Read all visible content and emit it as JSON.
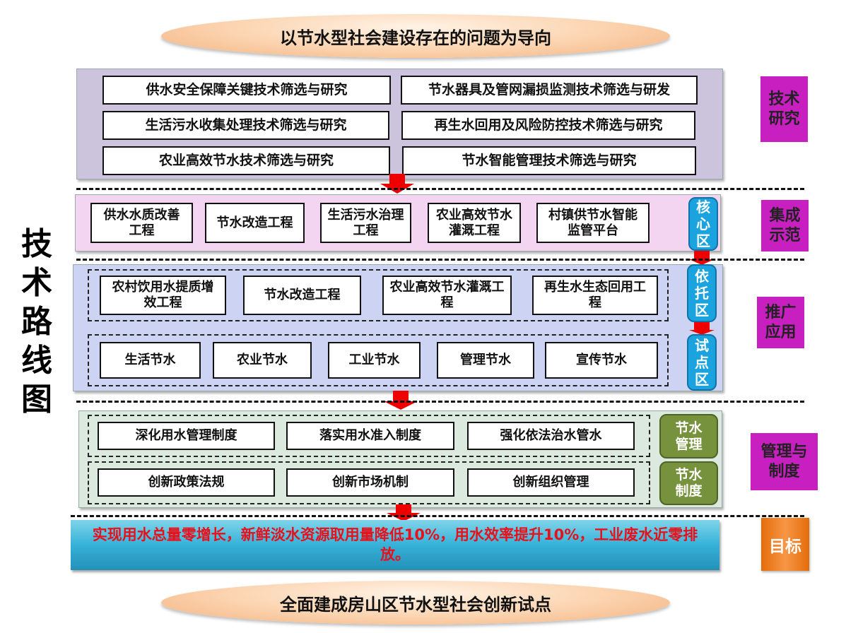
{
  "top_banner": "以节水型社会建设存在的问题为导向",
  "bottom_banner": "全面建成房山区节水型社会创新试点",
  "side_title": [
    "技",
    "术",
    "路",
    "线",
    "图"
  ],
  "tech_research": {
    "items": [
      "供水安全保障关键技术筛选与研究",
      "节水器具及管网漏损监测技术筛选与研发",
      "生活污水收集处理技术筛选与研究",
      "再生水回用及风险防控技术筛选与研究",
      "农业高效节水技术筛选与研究",
      "节水智能管理技术筛选与研究"
    ],
    "tag": "技术研究"
  },
  "integration_demo": {
    "items": [
      "供水水质改善工程",
      "节水改造工程",
      "生活污水治理工程",
      "农业高效节水灌溉工程",
      "村镇供节水智能监管平台"
    ],
    "zone": "核心区",
    "tag": "集成示范"
  },
  "promotion": {
    "row1": [
      "农村饮用水提质增效工程",
      "节水改造工程",
      "农业高效节水灌溉工程",
      "再生水生态回用工程"
    ],
    "row2": [
      "生活节水",
      "农业节水",
      "工业节水",
      "管理节水",
      "宣传节水"
    ],
    "zone1": "依托区",
    "zone2": "试点区",
    "tag": "推广应用"
  },
  "management": {
    "row1": [
      "深化用水管理制度",
      "落实用水准入制度",
      "强化依法治水管水"
    ],
    "row2": [
      "创新政策法规",
      "创新市场机制",
      "创新组织管理"
    ],
    "label1": "节水管理",
    "label2": "节水制度",
    "tag": "管理与制度"
  },
  "goal": {
    "text": "实现用水总量零增长，新鲜淡水资源取用量降低10%，用水效率提升10%，工业废水近零排放。",
    "tag": "目标"
  }
}
